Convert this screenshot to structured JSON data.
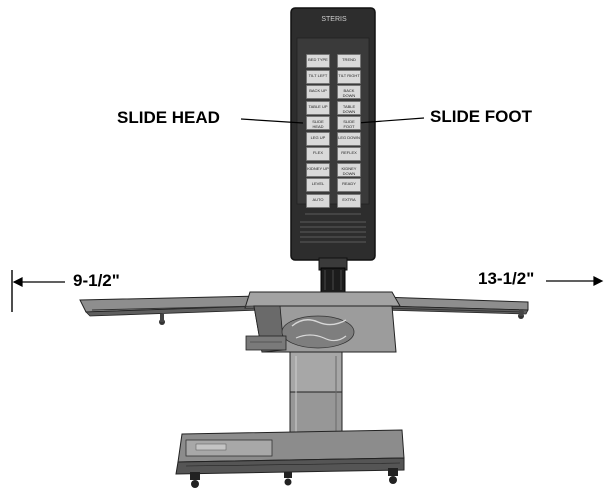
{
  "labels": {
    "slide_head": "SLIDE HEAD",
    "slide_foot": "SLIDE FOOT",
    "head_extension": "9-1/2\"",
    "foot_extension": "13-1/2\""
  },
  "pendant": {
    "brand": "STERIS",
    "model": "",
    "keys": [
      [
        "BED TYPE",
        "TREND"
      ],
      [
        "TILT LEFT",
        "TILT RIGHT"
      ],
      [
        "BACK UP",
        "BACK DOWN"
      ],
      [
        "TABLE UP",
        "TABLE DOWN"
      ],
      [
        "SLIDE HEAD",
        "SLIDE FOOT"
      ],
      [
        "LEG UP",
        "LEG DOWN"
      ],
      [
        "FLEX",
        "REFLEX"
      ],
      [
        "KIDNEY UP",
        "KIDNEY DOWN"
      ],
      [
        "LEVEL",
        "READY"
      ],
      [
        "AUTO",
        "EXTRA"
      ]
    ]
  },
  "colors": {
    "pendant_body": "#2d2d2d",
    "table_metal": "#9a9a9a",
    "table_dark": "#555555",
    "ink": "#000000"
  }
}
